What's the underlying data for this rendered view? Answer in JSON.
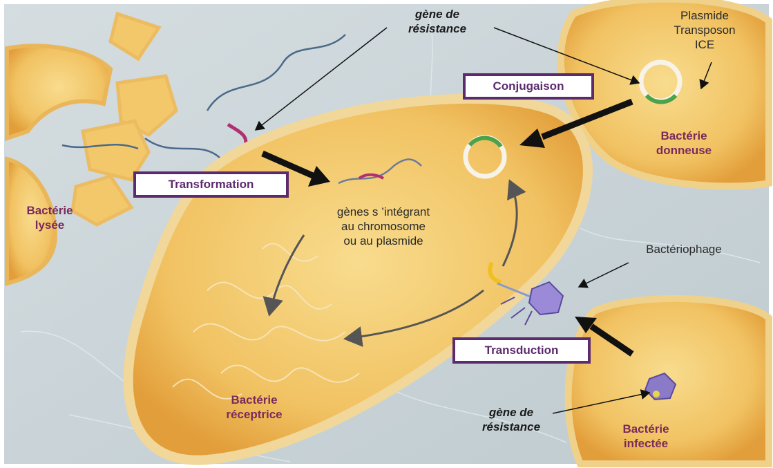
{
  "labels": {
    "gene_top": "gène de\nrésistance",
    "gene_bottom": "gène de\nrésistance",
    "mobile_elements": "Plasmide\nTransposon\nICE",
    "integration": "gènes s ’intégrant\nau chromosome\nou au plasmide",
    "bacteriophage": "Bactériophage",
    "lysed": "Bactérie\nlysée",
    "donor": "Bactérie\ndonneuse",
    "recipient": "Bactérie\nréceptrice",
    "infected": "Bactérie\ninfectée"
  },
  "mechanisms": {
    "conjugation": "Conjugaison",
    "transformation": "Transformation",
    "transduction": "Transduction"
  },
  "colors": {
    "background": "#c9d4d8",
    "cell_fill": "#f3c86a",
    "cell_edge": "#e0a23c",
    "box_border": "#5c2a6e",
    "cell_label": "#7a2a5a"
  }
}
